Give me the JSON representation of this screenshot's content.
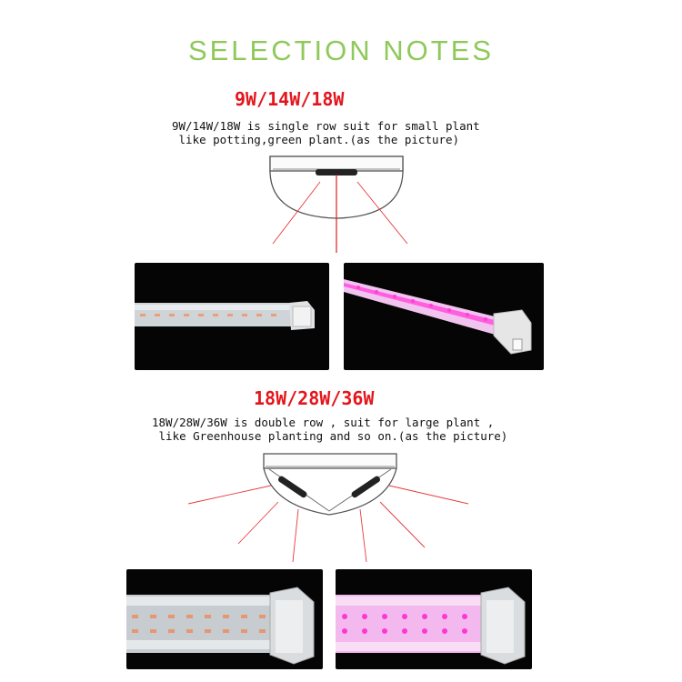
{
  "title": "SELECTION NOTES",
  "single_row": {
    "wattage": "9W/14W/18W",
    "description_line1": "9W/14W/18W is single row suit for small plant",
    "description_line2": " like potting,green plant.(as the picture)"
  },
  "double_row": {
    "wattage": "18W/28W/36W",
    "description_line1": "18W/28W/36W is double row , suit for large plant ,",
    "description_line2": " like Greenhouse planting and so on.(as the picture)"
  },
  "colors": {
    "title_green": "#8fc95a",
    "wattage_red": "#e3161c",
    "light_ray_red": "#e8282a",
    "led_pink": "#ff4fd8",
    "led_warm": "#e9a07a"
  }
}
